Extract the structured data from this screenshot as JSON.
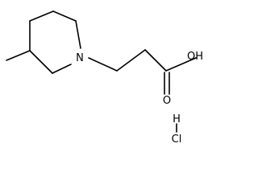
{
  "molecule": {
    "atoms": {
      "nitrogen": "N",
      "hydroxyl": "OH",
      "carbonyl_oxygen": "O",
      "hydrogen": "H",
      "chlorine": "Cl"
    },
    "colors": {
      "bond": "#000000",
      "background": "#ffffff"
    }
  }
}
